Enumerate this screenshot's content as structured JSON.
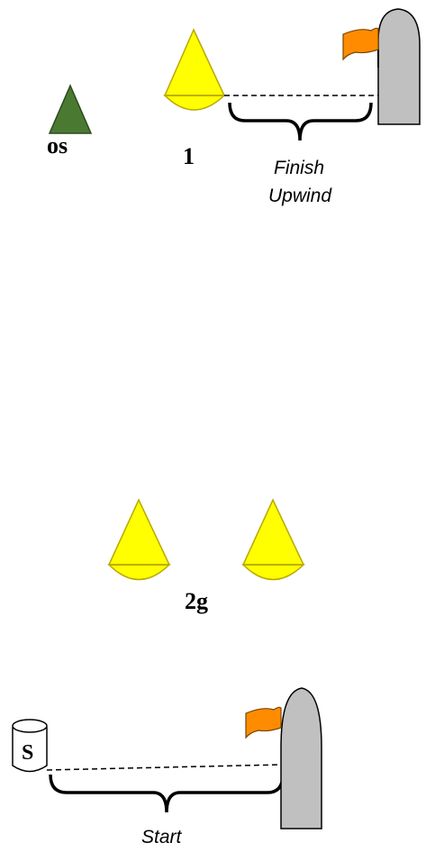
{
  "labels": {
    "offset_mark": "os",
    "mark_1": "1",
    "finish_line": [
      "Finish",
      "Upwind"
    ],
    "gate": "2g",
    "start_mark_letter": "S",
    "start_line": "Start"
  },
  "colors": {
    "mark_yellow": "#ffff00",
    "mark_outline": "#b8a800",
    "offset_green": "#4a7a32",
    "boat_gray": "#c0c0c0",
    "flag_orange": "#ff8c00"
  }
}
